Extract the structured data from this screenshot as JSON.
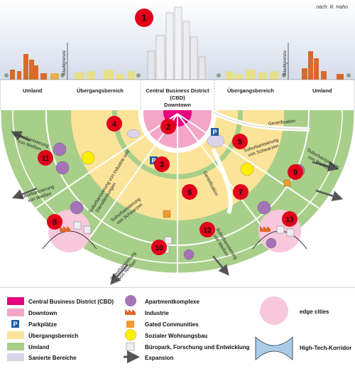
{
  "source": "nach: R. Hahn",
  "header": {
    "umland_left": "Umland",
    "uebergang_left": "Übergangsbereich",
    "cbd_line1": "Central Business District",
    "cbd_line2": "(CBD)",
    "uebergang_right": "Übergangsbereich",
    "umland_right": "Umland",
    "stadtgrenze": "Stadtgrenze"
  },
  "labels": {
    "downtown": "Downtown",
    "gentrification_right": "Gentrification",
    "gentrification_center": "Gentrification",
    "suburb_weissen_tl_1": "Suburbanisierung",
    "suburb_weissen_tl_2": "von Weißen",
    "suburb_weissen_ml_1": "Suburbanisierung",
    "suburb_weissen_ml_2": "von Weißen",
    "suburb_schwarzen_r_1": "Suburbanisierung",
    "suburb_schwarzen_r_2": "von Schwarzen",
    "suburb_weissen_r_1": "Suburbanisierung",
    "suburb_weissen_r_2": "von Weißen",
    "suburb_industrie_1": "Suburbanisierung von Industrie und",
    "suburb_industrie_2": "Dienstleistungen",
    "suburb_schwarzen_c_1": "Suburbanisierung",
    "suburb_schwarzen_c_2": "von Schwarzen",
    "suburb_weissen_b_1": "Suburbanisierung",
    "suburb_weissen_b_2": "von Weißen",
    "suburb_weissen_br_1": "Suburbanisierung",
    "suburb_weissen_br_2": "von Weißen"
  },
  "numbers": [
    "1",
    "2",
    "3",
    "4",
    "5",
    "6",
    "7",
    "8",
    "9",
    "10",
    "11",
    "12",
    "13"
  ],
  "parking_letter": "P",
  "legend": {
    "cbd": "Central Business District (CBD)",
    "downtown": "Downtown",
    "parkplaetze": "Parkplätze",
    "uebergangsbereich": "Übergangsbereich",
    "umland": "Umland",
    "sanierte": "Sanierte Bereiche",
    "apartment": "Apartmentkomplexe",
    "industrie": "Industrie",
    "gated": "Gated Communities",
    "sozial": "Sozialer Wohnungsbau",
    "buero": "Büropark, Forschung und Entwicklung",
    "expansion": "Expansion",
    "edge": "edge cities",
    "hightech": "High-Tech-Korridor"
  },
  "colors": {
    "cbd": "#e6007e",
    "downtown": "#f4a6c8",
    "parking": "#1f5fa8",
    "uebergang": "#fbe49a",
    "umland": "#a8cf8a",
    "saniert": "#dcd4ea",
    "apartment": "#a574b8",
    "industrie": "#e0662a",
    "gated": "#f19a2a",
    "sozial": "#ffee00",
    "number": "#e2001a",
    "sky": "#dde3ef"
  }
}
